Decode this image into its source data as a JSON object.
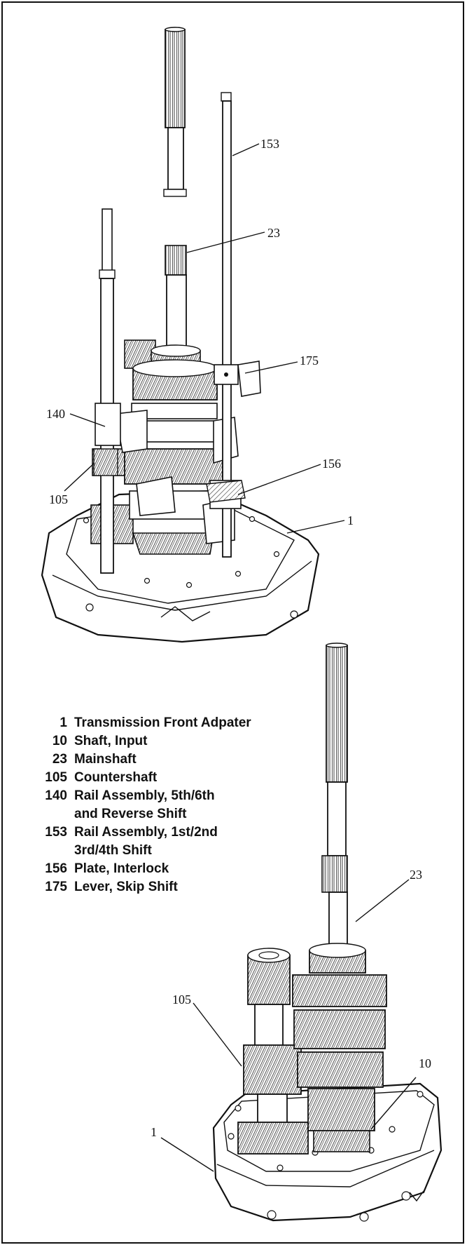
{
  "legend": {
    "items": [
      {
        "num": "1",
        "lines": [
          "Transmission Front Adpater"
        ]
      },
      {
        "num": "10",
        "lines": [
          "Shaft, Input"
        ]
      },
      {
        "num": "23",
        "lines": [
          "Mainshaft"
        ]
      },
      {
        "num": "105",
        "lines": [
          "Countershaft"
        ]
      },
      {
        "num": "140",
        "lines": [
          "Rail Assembly, 5th/6th",
          "and Reverse Shift"
        ]
      },
      {
        "num": "153",
        "lines": [
          "Rail Assembly, 1st/2nd",
          "3rd/4th Shift"
        ]
      },
      {
        "num": "156",
        "lines": [
          "Plate, Interlock"
        ]
      },
      {
        "num": "175",
        "lines": [
          "Lever, Skip Shift"
        ]
      }
    ]
  },
  "top_callouts": {
    "c153": "153",
    "c23": "23",
    "c175": "175",
    "c140": "140",
    "c156": "156",
    "c105": "105",
    "c1": "1"
  },
  "bottom_callouts": {
    "c23": "23",
    "c105": "105",
    "c10": "10",
    "c1": "1"
  }
}
